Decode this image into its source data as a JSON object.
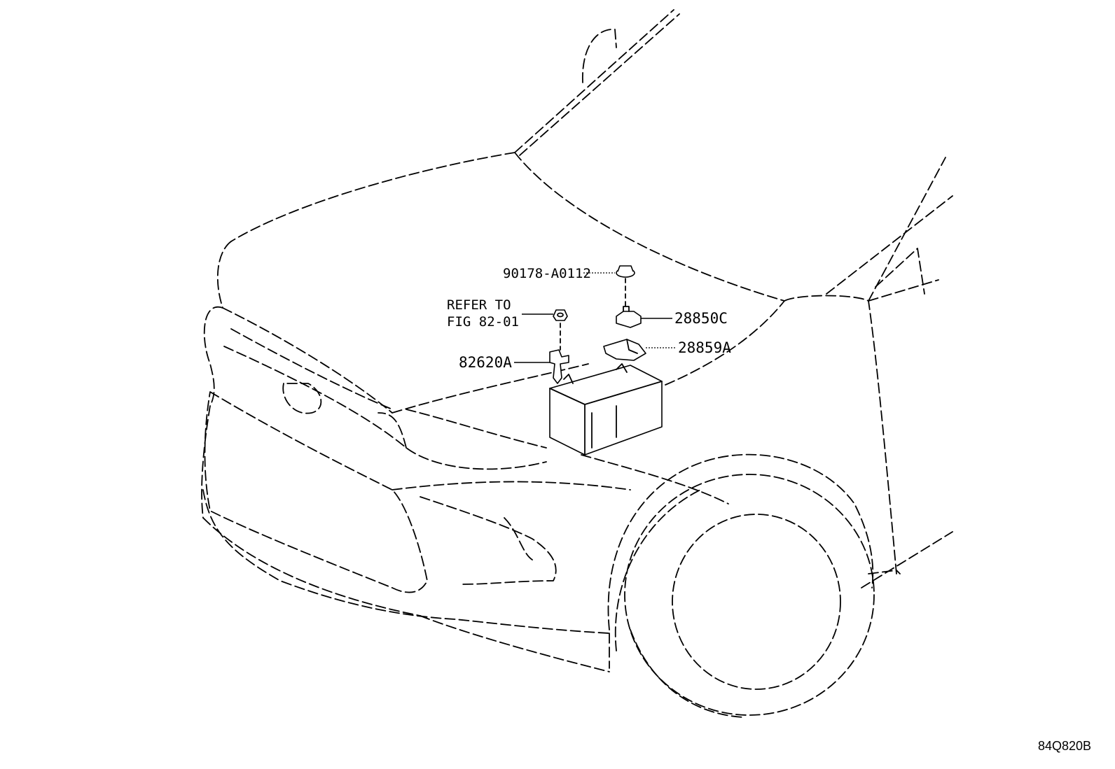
{
  "labels": {
    "part_90178": "90178-A0112",
    "refer_line1": "REFER TO",
    "refer_line2": "FIG 82-01",
    "part_82620": "82620A",
    "part_28850": "28850C",
    "part_28859": "28859A"
  },
  "figure_code": "84Q820B"
}
